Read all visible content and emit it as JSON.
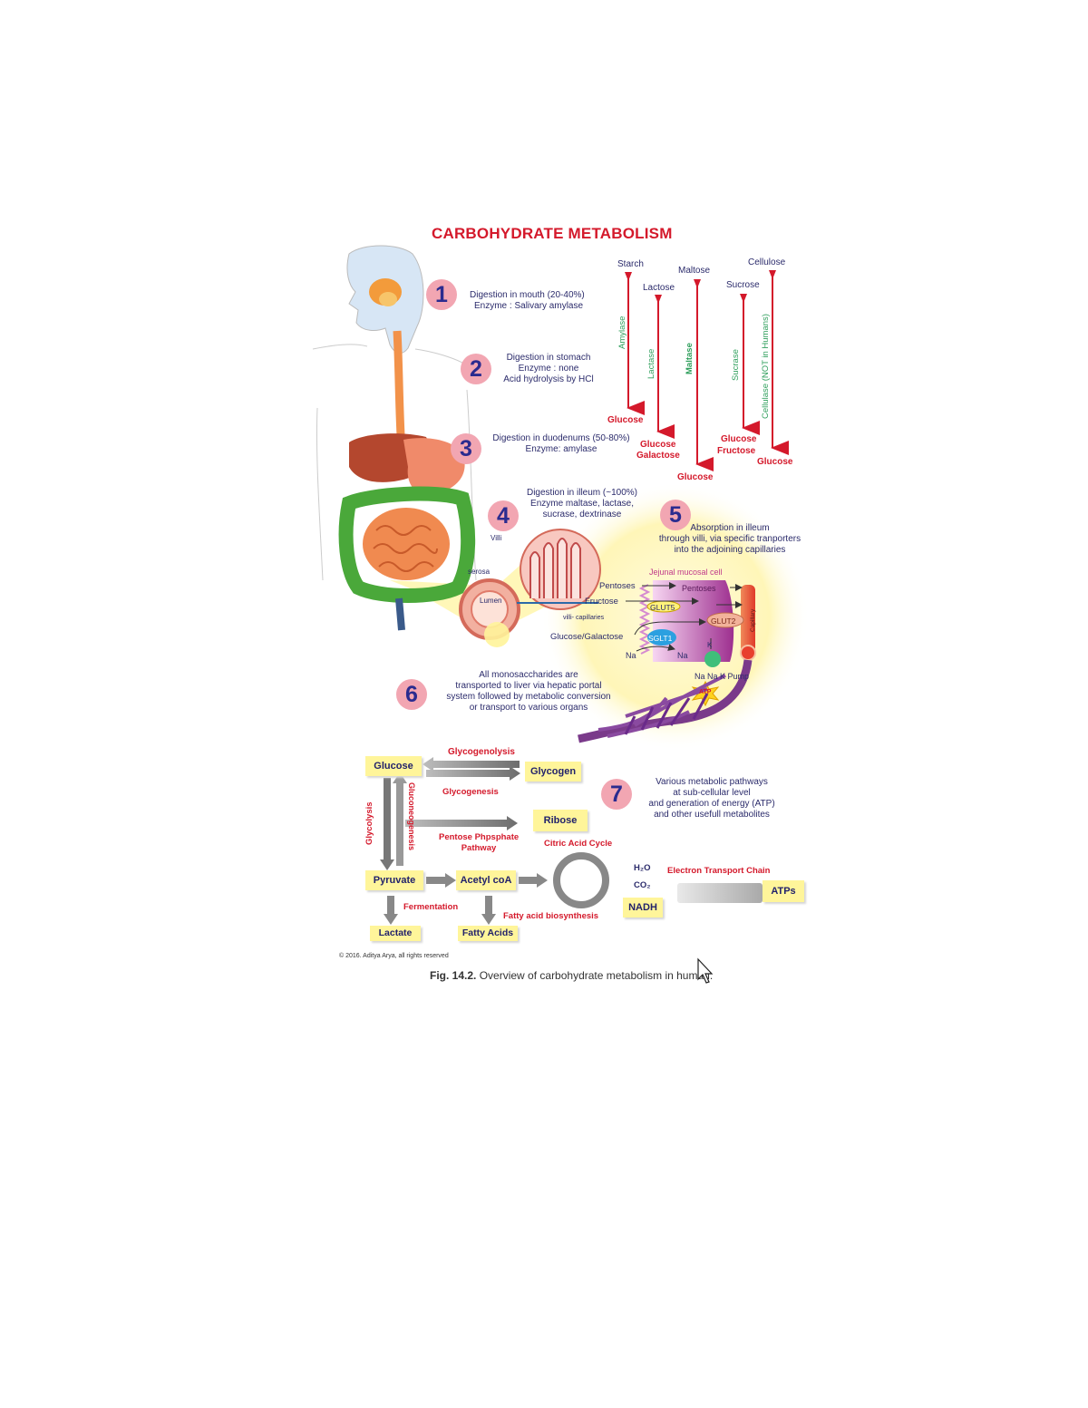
{
  "title": "CARBOHYDRATE METABOLISM",
  "colors": {
    "title_red": "#d4192b",
    "text_navy": "#2b2b6b",
    "badge_pink": "#f2a6b2",
    "highlight_yellow": "#fff59a",
    "enzyme_green": "#2e9e5b"
  },
  "steps": [
    {
      "number": "1",
      "lines": [
        "Digestion in mouth (20-40%)",
        "Enzyme : Salivary amylase"
      ]
    },
    {
      "number": "2",
      "lines": [
        "Digestion in stomach",
        "Enzyme : none",
        "Acid hydrolysis by HCl"
      ]
    },
    {
      "number": "3",
      "lines": [
        "Digestion in duodenums (50-80%)",
        "Enzyme:  amylase"
      ]
    },
    {
      "number": "4",
      "lines": [
        "Digestion in illeum (~100%)",
        "Enzyme  maltase, lactase,",
        "sucrase, dextrinase"
      ]
    },
    {
      "number": "5",
      "lines": [
        "Absorption in illeum",
        "through villi, via specific tranporters",
        "into the adjoining capillaries"
      ]
    },
    {
      "number": "6",
      "lines": [
        "All monosaccharides are",
        "transported to liver via hepatic portal",
        "system followed by metabolic conversion",
        "or transport to various organs"
      ]
    },
    {
      "number": "7",
      "lines": [
        "Various metabolic pathways",
        "at sub-cellular level",
        "and generation of energy (ATP)",
        "and other usefull metabolites"
      ]
    }
  ],
  "carbs": {
    "starch": {
      "label": "Starch",
      "enzyme": "Amylase",
      "products": [
        "Glucose"
      ]
    },
    "lactose": {
      "label": "Lactose",
      "enzyme": "Lactase",
      "products": [
        "Glucose",
        "Galactose"
      ]
    },
    "maltose": {
      "label": "Maltose",
      "enzyme": "Maltase",
      "products": [
        "Glucose"
      ]
    },
    "sucrose": {
      "label": "Sucrose",
      "enzyme": "Sucrase",
      "products": [
        "Glucose",
        "Fructose"
      ]
    },
    "cellulose": {
      "label": "Cellulose",
      "enzyme": "Cellulase (NOT in Humans)",
      "products": [
        "Glucose"
      ]
    }
  },
  "anatomy": {
    "villi": "Villi",
    "serosa": "serosa",
    "lumen": "Lumen",
    "villi_capillaries": "villi- capillaries"
  },
  "absorption": {
    "cell_label": "Jejunal mucosal cell",
    "pentoses_in": "Pentoses",
    "pentoses_cell": "Pentoses",
    "fructose": "Fructose",
    "glucose_galactose": "Glucose/Galactose",
    "glut5": "GLUT5",
    "glut2": "GLUT2",
    "sglt1": "SGLT1",
    "na1": "Na",
    "na2": "Na",
    "k": "K",
    "pump": "Na  Na  K  Pump",
    "atp": "ATP",
    "capillary": "Capillary"
  },
  "pathways": {
    "glucose": "Glucose",
    "glycogen": "Glycogen",
    "glycogenolysis": "Glycogenolysis",
    "glycogenesis": "Glycogenesis",
    "glycolysis": "Glycolysis",
    "gluconeogenesis": "Gluconeogenesis",
    "ribose": "Ribose",
    "ppp_1": "Pentose Phpsphate",
    "ppp_2": "Pathway",
    "citric": "Citric Acid Cycle",
    "pyruvate": "Pyruvate",
    "acetyl": "Acetyl coA",
    "h2o": "H₂O",
    "co2": "CO₂",
    "nadh": "NADH",
    "etc": "Electron Transport Chain",
    "atps": "ATPs",
    "fermentation": "Fermentation",
    "fatty_bio": "Fatty acid biosynthesis",
    "lactate": "Lactate",
    "fatty_acids": "Fatty Acids"
  },
  "copyright": "© 2016. Aditya Arya, all rights reserved",
  "caption_label": "Fig. 14.2.",
  "caption_text": "Overview of carbohydrate metabolism in human."
}
